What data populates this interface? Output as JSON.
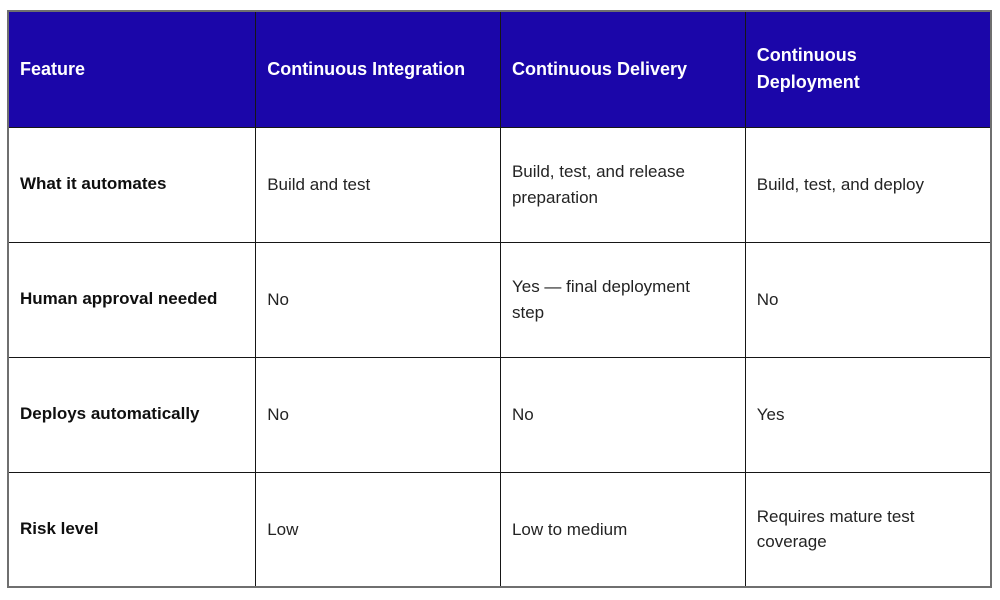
{
  "page": {
    "background_color": "#ffffff"
  },
  "colors": {
    "header_bg": "#1b06a9",
    "header_text": "#ffffff",
    "outer_border": "#6f6f6f",
    "inner_border": "#161616",
    "feature_text": "#0f0f0f",
    "cell_text": "#232323"
  },
  "chart_data": {
    "type": "table",
    "title": "",
    "columns": [
      "Feature",
      "Continuous Integration",
      "Continuous Delivery",
      "Continuous Deployment"
    ],
    "rows": [
      [
        "What it automates",
        "Build and test",
        "Build, test, and release preparation",
        "Build, test, and deploy"
      ],
      [
        "Human approval needed",
        "No",
        "Yes — final deployment step",
        "No"
      ],
      [
        "Deploys automatically",
        "No",
        "No",
        "Yes"
      ],
      [
        "Risk level",
        "Low",
        "Low to medium",
        "Requires mature test coverage"
      ]
    ]
  },
  "table": {
    "header_labels": [
      "Feature",
      "Continuous Integration",
      "Continuous Delivery",
      "Continuous\nDeployment"
    ],
    "column_widths_pct": [
      25.2,
      24.9,
      24.9,
      25.0
    ],
    "rows": [
      [
        "What it automates",
        "Build and test",
        "Build, test, and release\npreparation",
        "Build, test, and deploy"
      ],
      [
        "Human approval needed",
        "No",
        "Yes — final deployment\nstep",
        "No"
      ],
      [
        "Deploys automatically",
        "No",
        "No",
        "Yes"
      ],
      [
        "Risk level",
        "Low",
        "Low to medium",
        "Requires mature test\ncoverage"
      ]
    ]
  }
}
